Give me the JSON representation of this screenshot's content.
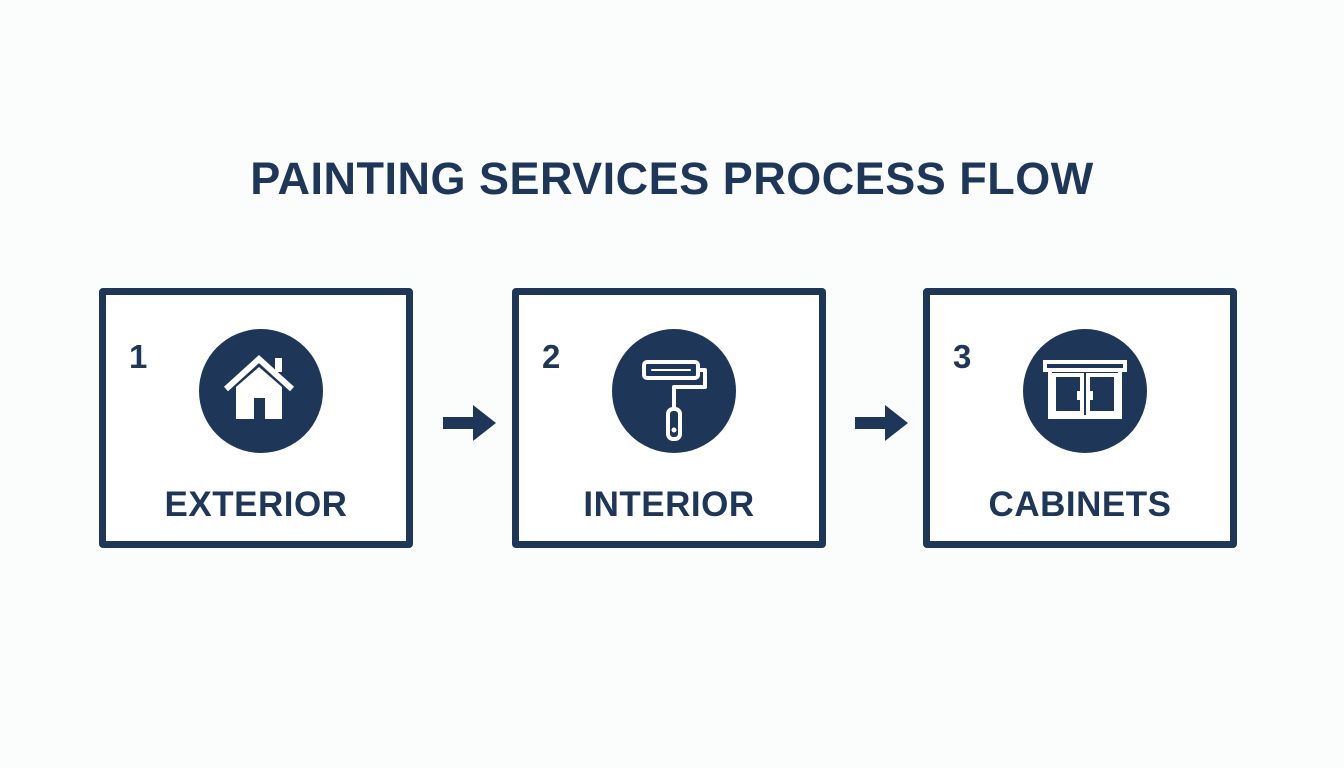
{
  "colors": {
    "primary": "#1e3759",
    "icon_fg": "#ffffff"
  },
  "title": "PAINTING SERVICES PROCESS FLOW",
  "steps": [
    {
      "number": "1",
      "label": "EXTERIOR",
      "icon": "house-icon"
    },
    {
      "number": "2",
      "label": "INTERIOR",
      "icon": "paint-roller-icon"
    },
    {
      "number": "3",
      "label": "CABINETS",
      "icon": "cabinet-icon"
    }
  ],
  "arrows": [
    {
      "icon": "arrow-right-icon"
    },
    {
      "icon": "arrow-right-icon"
    }
  ]
}
